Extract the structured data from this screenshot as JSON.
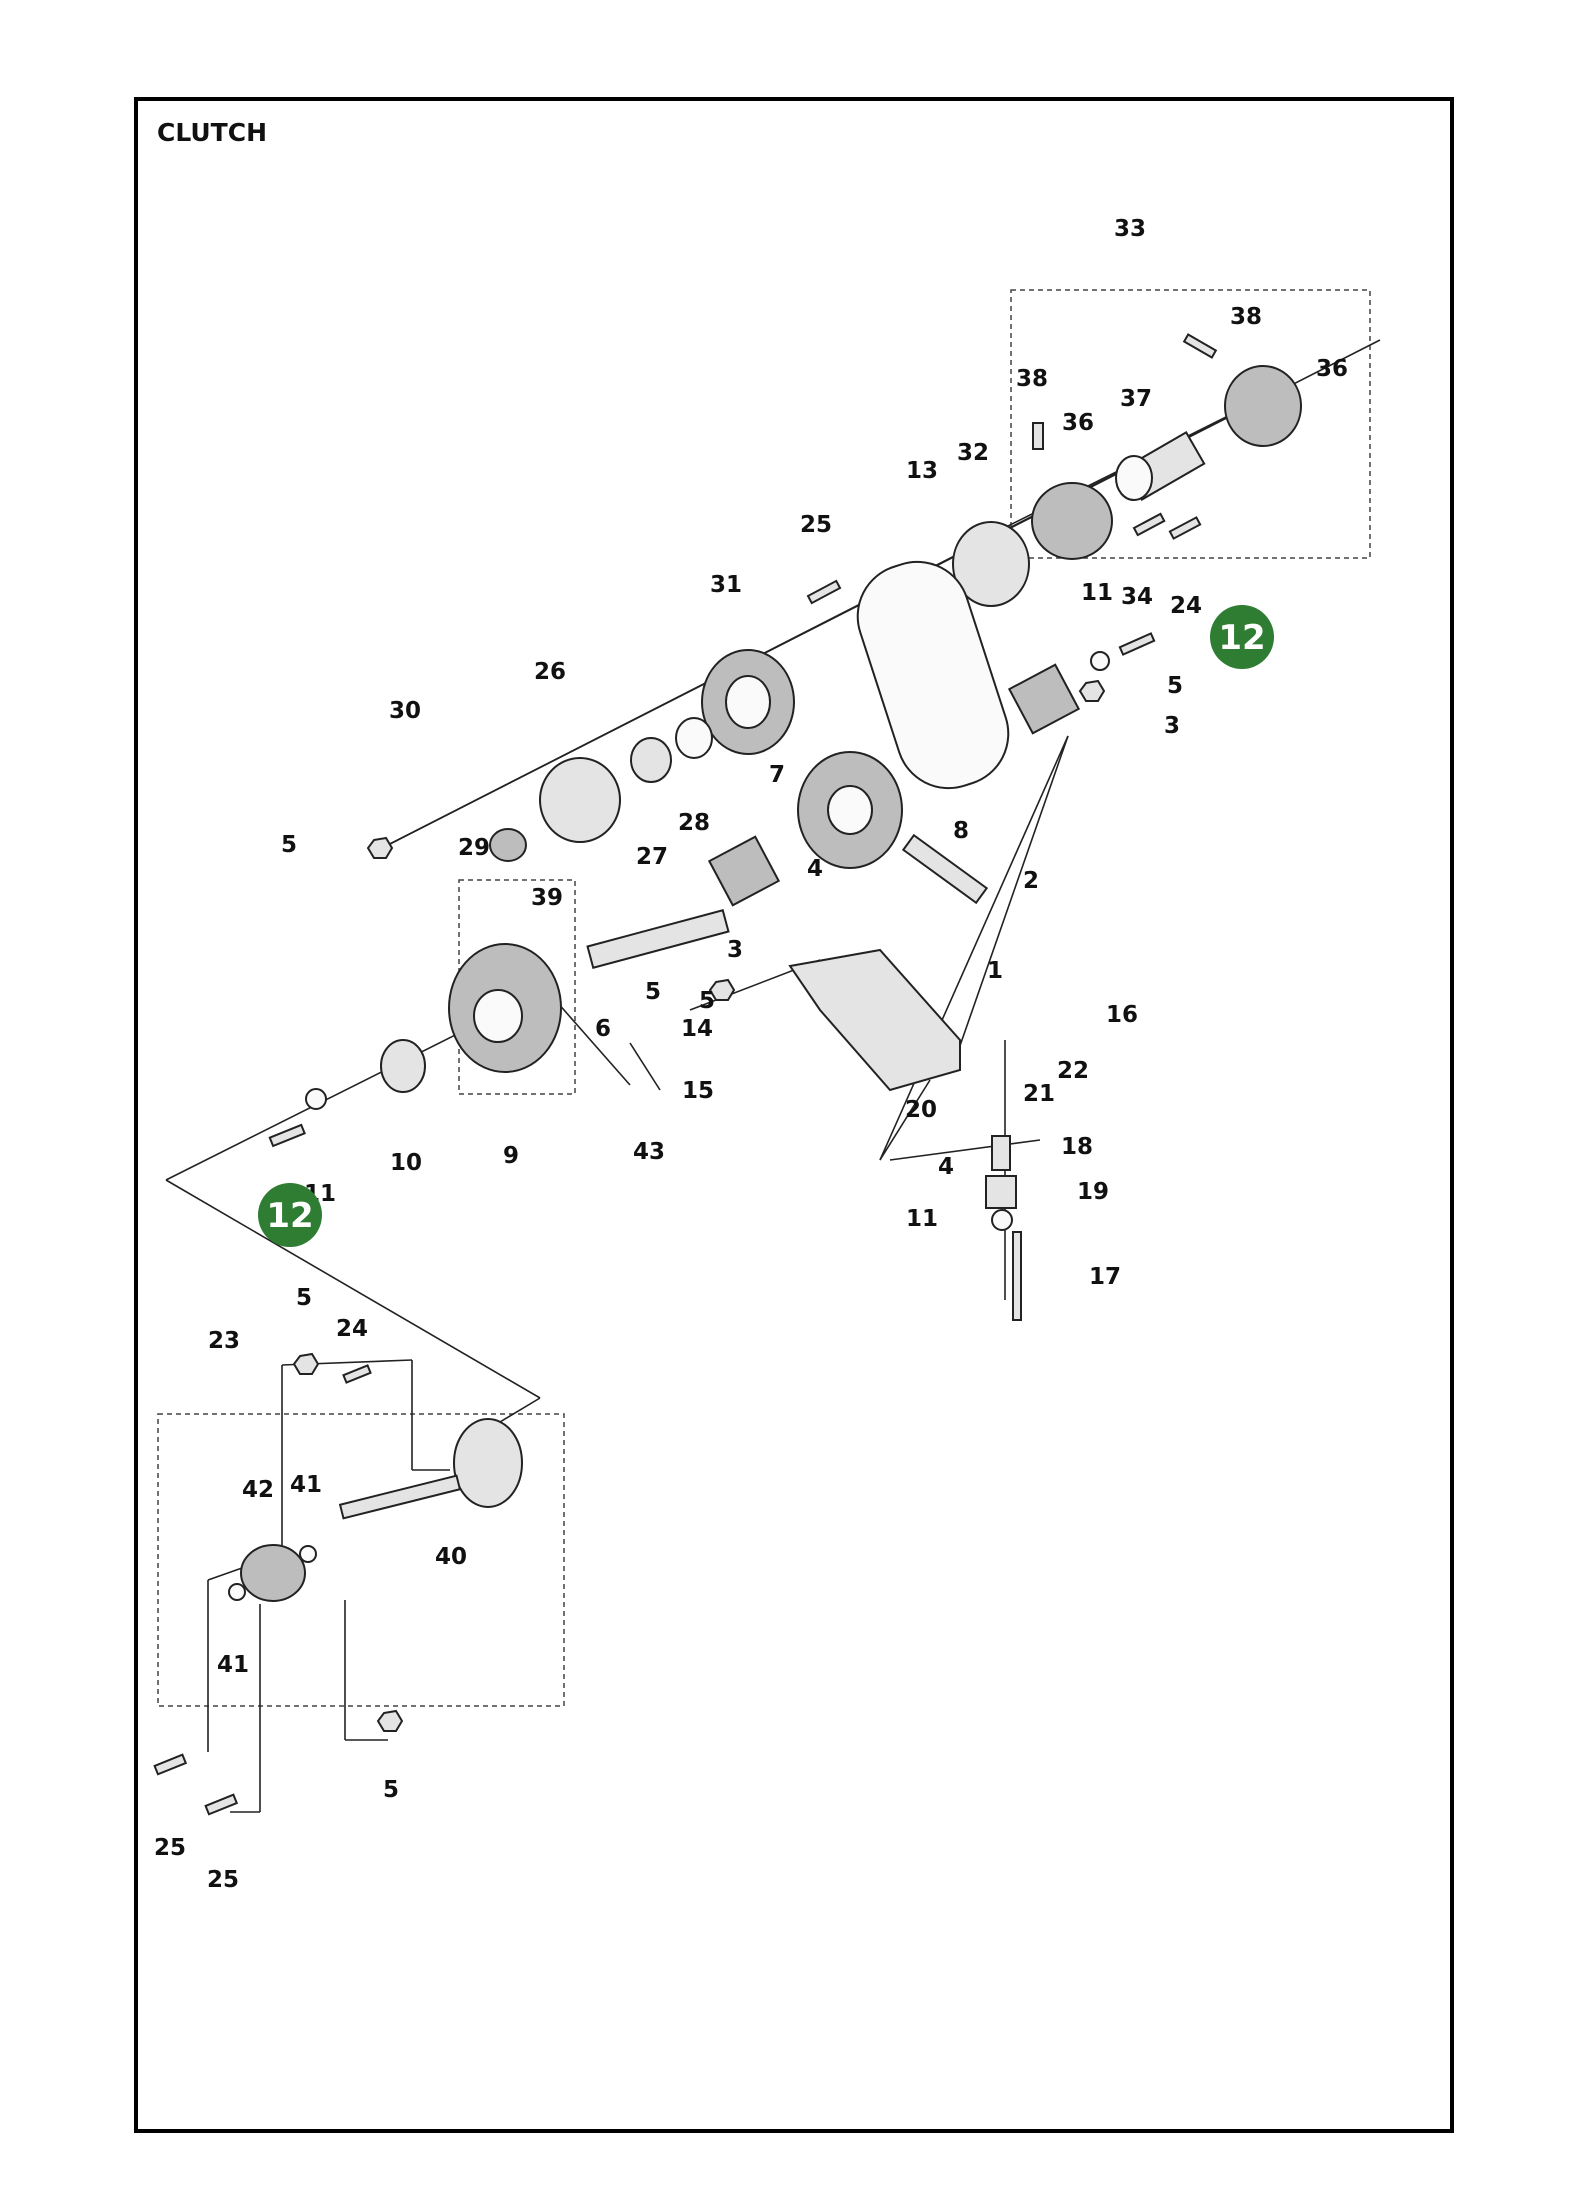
{
  "title": "CLUTCH",
  "colors": {
    "badge": "#2e7d32",
    "line": "#222222"
  },
  "badges": [
    "12",
    "12"
  ],
  "callouts": [
    "33",
    "38",
    "36",
    "38",
    "36",
    "37",
    "32",
    "13",
    "25",
    "31",
    "11",
    "34",
    "24",
    "26",
    "30",
    "5",
    "5",
    "3",
    "28",
    "27",
    "29",
    "7",
    "8",
    "5",
    "2",
    "4",
    "39",
    "3",
    "1",
    "5",
    "14",
    "6",
    "16",
    "22",
    "15",
    "21",
    "20",
    "18",
    "19",
    "10",
    "9",
    "43",
    "11",
    "4",
    "11",
    "17",
    "5",
    "23",
    "24",
    "42",
    "41",
    "40",
    "41",
    "5",
    "25",
    "25"
  ]
}
